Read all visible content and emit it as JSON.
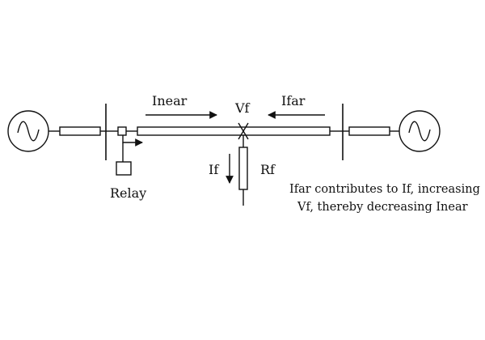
{
  "labels": {
    "inear": "Inear",
    "ifar": "Ifar",
    "vf": "Vf",
    "if": "If",
    "rf": "Rf",
    "relay": "Relay"
  },
  "note": {
    "line1": "Ifar contributes to If, increasing",
    "line2": "Vf, thereby decreasing Inear"
  }
}
